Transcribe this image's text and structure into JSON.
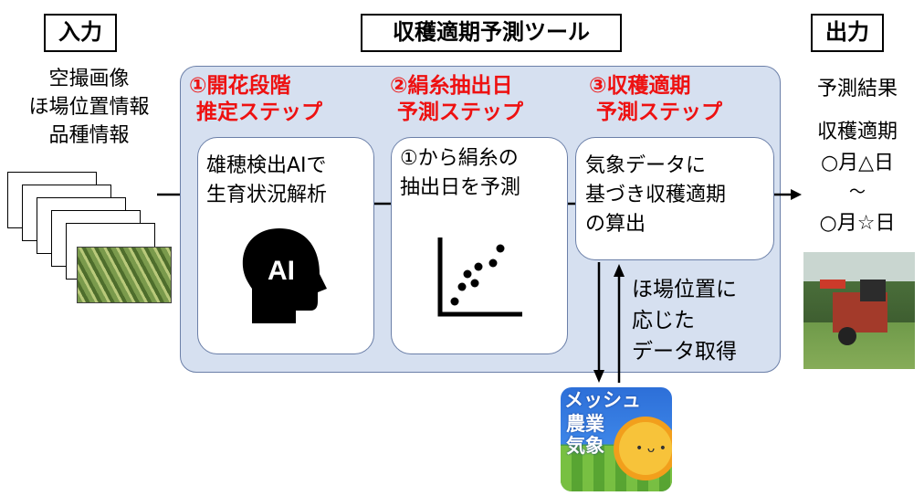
{
  "labels": {
    "input": "入力",
    "tool": "収穫適期予測ツール",
    "output": "出力"
  },
  "input_items": [
    "空撮画像",
    "ほ場位置情報",
    "品種情報"
  ],
  "steps": [
    {
      "title": "①開花段階\n 推定ステップ",
      "card": "雄穂検出AIで\n生育状況解析",
      "icon": "ai-head-icon"
    },
    {
      "title": "②絹糸抽出日\n 予測ステップ",
      "card": "①から絹糸の\n抽出日を予測",
      "icon": "scatter-plot-icon"
    },
    {
      "title": "③収穫適期\n 予測ステップ",
      "card": "気象データに\n基づき収穫適期\nの算出",
      "icon": ""
    }
  ],
  "ai_icon_text": "AI",
  "weather_note": "ほ場位置に\n応じた\nデータ取得",
  "output_lines": [
    "予測結果",
    "収穫適期",
    "○月△日",
    "～",
    "○月☆日"
  ],
  "mesh_badge": {
    "line1": "メッシュ",
    "line2": "農業",
    "line3": "気象"
  },
  "colors": {
    "accent_red": "#ee1111",
    "panel_bg": "#d6e0f0",
    "panel_border": "#6b7fa8"
  }
}
